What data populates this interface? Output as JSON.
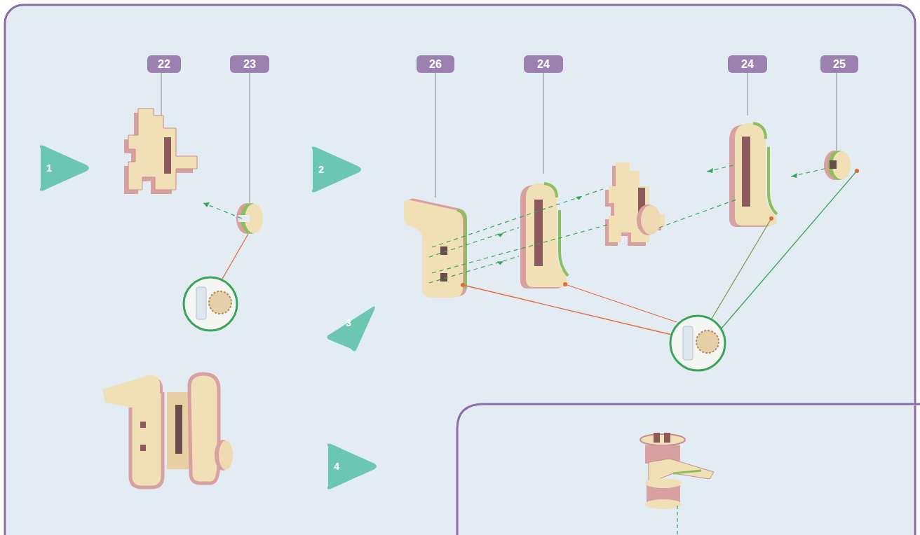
{
  "diagram": {
    "nodes": [
      {
        "text": [
          "1"
        ]
      },
      {
        "text": [
          "22"
        ]
      },
      {
        "text": [
          "23"
        ]
      },
      {
        "text": [
          "2"
        ]
      },
      {
        "text": [
          "26"
        ]
      },
      {
        "text": [
          "24"
        ]
      },
      {
        "text": [
          "24"
        ]
      },
      {
        "text": [
          "25"
        ]
      },
      {
        "text": [
          "3"
        ]
      },
      {
        "text": [
          "4"
        ]
      }
    ]
  }
}
